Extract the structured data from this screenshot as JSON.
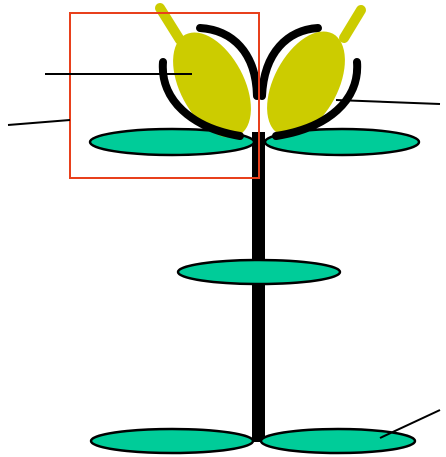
{
  "diagram": {
    "parts": [
      "stem",
      "upper-leaf-left",
      "upper-leaf-right",
      "middle-leaf",
      "lower-leaf-left",
      "lower-leaf-right",
      "anther-left",
      "anther-right",
      "bract-left",
      "bract-right",
      "highlight-box",
      "label-line-anther",
      "label-line-box",
      "label-line-bract",
      "label-line-leaf"
    ],
    "colors": {
      "leaf_fill": "#00cc99",
      "anther_fill": "#cccc00",
      "stem": "#000000",
      "outline": "#000000",
      "highlight": "#e8401c",
      "background": "#ffffff"
    },
    "labels": []
  }
}
